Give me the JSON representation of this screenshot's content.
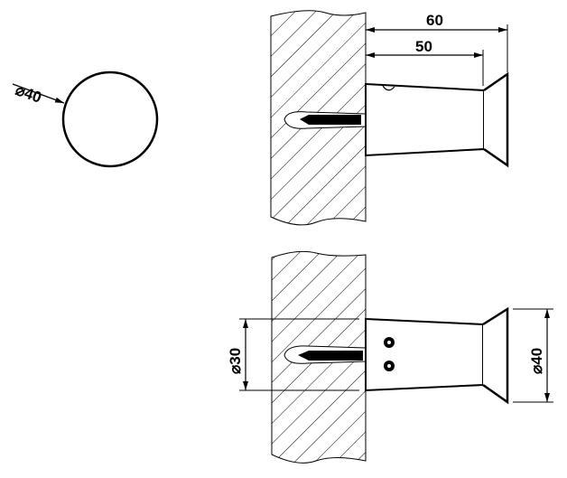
{
  "title": "Wall hook technical drawing",
  "front_view": {
    "diameter_label": "⌀40"
  },
  "side_view": {
    "depth_total_label": "60",
    "depth_body_label": "50"
  },
  "bottom_view": {
    "base_diameter_label": "⌀30",
    "head_diameter_label": "⌀40"
  },
  "colors": {
    "line": "#000000",
    "background": "#ffffff"
  }
}
